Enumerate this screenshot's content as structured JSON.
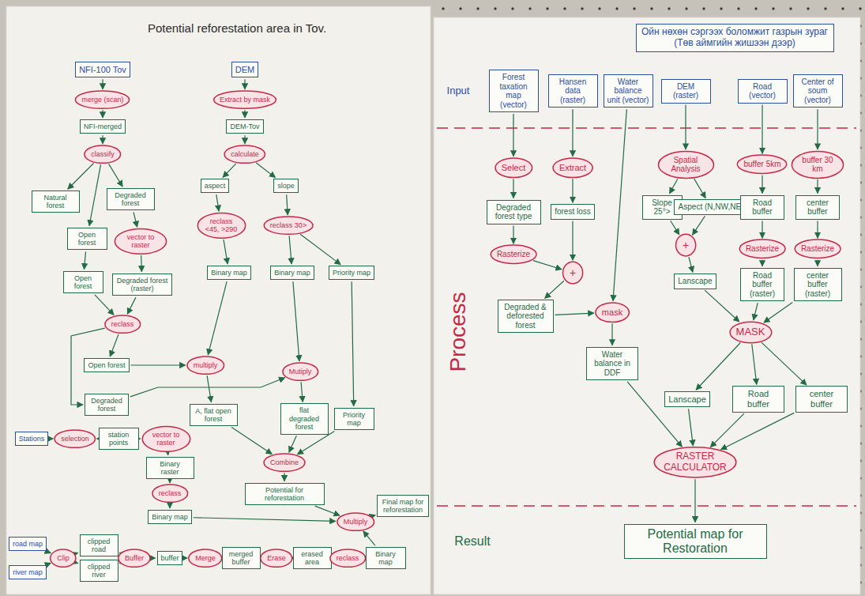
{
  "diagram": {
    "nodes": [
      {
        "text": [
          "NFI-100 Tov"
        ]
      },
      {
        "text": [
          "merge (scan)"
        ]
      },
      {
        "text": [
          "NFI-merged"
        ]
      },
      {
        "text": [
          "classify"
        ]
      },
      {
        "text": [
          "Natural forest"
        ]
      },
      {
        "text": [
          "Degraded forest"
        ]
      },
      {
        "text": [
          "Open forest"
        ]
      },
      {
        "text": [
          "vector to raster"
        ]
      },
      {
        "text": [
          "Open forest"
        ]
      },
      {
        "text": [
          "Degraded forest (raster)"
        ]
      },
      {
        "text": [
          "reclass"
        ]
      },
      {
        "text": [
          "Open forest"
        ]
      },
      {
        "text": [
          "Degraded forest"
        ]
      },
      {
        "text": [
          "DEM"
        ]
      },
      {
        "text": [
          "Extract by mask"
        ]
      },
      {
        "text": [
          "DEM-Tov"
        ]
      },
      {
        "text": [
          "calculate"
        ]
      },
      {
        "text": [
          "aspect"
        ]
      },
      {
        "text": [
          "slope"
        ]
      },
      {
        "text": [
          "reclass <45, >290"
        ]
      },
      {
        "text": [
          "reclass 30>"
        ]
      },
      {
        "text": [
          "Binary map"
        ]
      },
      {
        "text": [
          "Binary map"
        ]
      },
      {
        "text": [
          "Priority map"
        ]
      },
      {
        "text": [
          "multiply"
        ]
      },
      {
        "text": [
          "Mutiply"
        ]
      },
      {
        "text": [
          "A, flat open forest"
        ]
      },
      {
        "text": [
          "flat degraded forest"
        ]
      },
      {
        "text": [
          "Priority map"
        ]
      },
      {
        "text": [
          "Combine"
        ]
      },
      {
        "text": [
          "Potential for reforestation"
        ]
      },
      {
        "text": [
          "Multiply"
        ]
      },
      {
        "text": [
          "Final map for reforestation"
        ]
      },
      {
        "text": [
          "Stations"
        ]
      },
      {
        "text": [
          "selection"
        ]
      },
      {
        "text": [
          "station points"
        ]
      },
      {
        "text": [
          "vector to raster"
        ]
      },
      {
        "text": [
          "Binary raster"
        ]
      },
      {
        "text": [
          "reclass"
        ]
      },
      {
        "text": [
          "Binary map"
        ]
      },
      {
        "text": [
          "road map"
        ]
      },
      {
        "text": [
          "river map"
        ]
      },
      {
        "text": [
          "Clip"
        ]
      },
      {
        "text": [
          "clipped road"
        ]
      },
      {
        "text": [
          "clipped river"
        ]
      },
      {
        "text": [
          "Buffer"
        ]
      },
      {
        "text": [
          "buffer"
        ]
      },
      {
        "text": [
          "Merge"
        ]
      },
      {
        "text": [
          "merged buffer"
        ]
      },
      {
        "text": [
          "Erase"
        ]
      },
      {
        "text": [
          "erased area"
        ]
      },
      {
        "text": [
          "reclass"
        ]
      },
      {
        "text": [
          "Binary map"
        ]
      },
      {
        "text": [
          "Ойн нөхөн сэргээх боломжит газрын зураг (Төв аймгийн жишээн дээр)"
        ]
      },
      {
        "text": [
          "Forest taxation map (vector)"
        ]
      },
      {
        "text": [
          "Hansen data (raster)"
        ]
      },
      {
        "text": [
          "Water balance unit (vector)"
        ]
      },
      {
        "text": [
          "DEM (raster)"
        ]
      },
      {
        "text": [
          "Road (vector)"
        ]
      },
      {
        "text": [
          "Center of soum (vector)"
        ]
      },
      {
        "text": [
          "Select"
        ]
      },
      {
        "text": [
          "Extract"
        ]
      },
      {
        "text": [
          "Spatial Analysis"
        ]
      },
      {
        "text": [
          "buffer 5km"
        ]
      },
      {
        "text": [
          "buffer 30 km"
        ]
      },
      {
        "text": [
          "Degraded forest type"
        ]
      },
      {
        "text": [
          "forest loss"
        ]
      },
      {
        "text": [
          "Slope 25°>"
        ]
      },
      {
        "text": [
          "Aspect (N,NW,NE)"
        ]
      },
      {
        "text": [
          "Road buffer"
        ]
      },
      {
        "text": [
          "center buffer"
        ]
      },
      {
        "text": [
          "Rasterize"
        ]
      },
      {
        "text": [
          "+"
        ]
      },
      {
        "text": [
          "+"
        ]
      },
      {
        "text": [
          "Rasterize"
        ]
      },
      {
        "text": [
          "Rasterize"
        ]
      },
      {
        "text": [
          "Degraded & deforested forest"
        ]
      },
      {
        "text": [
          "mask"
        ]
      },
      {
        "text": [
          "Lanscape"
        ]
      },
      {
        "text": [
          "Road buffer (raster)"
        ]
      },
      {
        "text": [
          "center buffer (raster)"
        ]
      },
      {
        "text": [
          "Water balance in DDF"
        ]
      },
      {
        "text": [
          "MASK"
        ]
      },
      {
        "text": [
          "Lanscape"
        ]
      },
      {
        "text": [
          "Road buffer"
        ]
      },
      {
        "text": [
          "center buffer"
        ]
      },
      {
        "text": [
          "RASTER CALCULATOR"
        ]
      },
      {
        "text": [
          "Potential map for Restoration"
        ]
      }
    ],
    "edges": [
      {
        "from": 0,
        "to": 1,
        "arrow": "to"
      },
      {
        "from": 1,
        "to": 2,
        "arrow": "to"
      },
      {
        "from": 2,
        "to": 3,
        "arrow": "to"
      },
      {
        "from": 3,
        "to": 4,
        "arrow": "to"
      },
      {
        "from": 3,
        "to": 5,
        "arrow": "to"
      },
      {
        "from": 3,
        "to": 6,
        "arrow": "to"
      },
      {
        "from": 5,
        "to": 7,
        "arrow": "to"
      },
      {
        "from": 6,
        "to": 8,
        "arrow": "to"
      },
      {
        "from": 7,
        "to": 9,
        "arrow": "to"
      },
      {
        "from": 8,
        "to": 10,
        "arrow": "to"
      },
      {
        "from": 9,
        "to": 10,
        "arrow": "to"
      },
      {
        "from": 10,
        "to": 11,
        "arrow": "to"
      },
      {
        "from": 10,
        "to": 12,
        "arrow": "to"
      },
      {
        "from": 13,
        "to": 14,
        "arrow": "to"
      },
      {
        "from": 14,
        "to": 15,
        "arrow": "to"
      },
      {
        "from": 15,
        "to": 16,
        "arrow": "to"
      },
      {
        "from": 16,
        "to": 17,
        "arrow": "to"
      },
      {
        "from": 16,
        "to": 18,
        "arrow": "to"
      },
      {
        "from": 17,
        "to": 19,
        "arrow": "to"
      },
      {
        "from": 18,
        "to": 20,
        "arrow": "to"
      },
      {
        "from": 19,
        "to": 21,
        "arrow": "to"
      },
      {
        "from": 20,
        "to": 22,
        "arrow": "to"
      },
      {
        "from": 20,
        "to": 23,
        "arrow": "to"
      },
      {
        "from": 11,
        "to": 24,
        "arrow": "to"
      },
      {
        "from": 21,
        "to": 24,
        "arrow": "to"
      },
      {
        "from": 12,
        "to": 25,
        "arrow": "to"
      },
      {
        "from": 22,
        "to": 25,
        "arrow": "to"
      },
      {
        "from": 24,
        "to": 26,
        "arrow": "to"
      },
      {
        "from": 25,
        "to": 27,
        "arrow": "to"
      },
      {
        "from": 23,
        "to": 28,
        "arrow": "to"
      },
      {
        "from": 26,
        "to": 29,
        "arrow": "to"
      },
      {
        "from": 27,
        "to": 29,
        "arrow": "to"
      },
      {
        "from": 28,
        "to": 29,
        "arrow": "to"
      },
      {
        "from": 29,
        "to": 30,
        "arrow": "to"
      },
      {
        "from": 30,
        "to": 31,
        "arrow": "to"
      },
      {
        "from": 31,
        "to": 32,
        "arrow": "to"
      },
      {
        "from": 33,
        "to": 34,
        "arrow": "to"
      },
      {
        "from": 34,
        "to": 35,
        "arrow": "to"
      },
      {
        "from": 35,
        "to": 36,
        "arrow": "to"
      },
      {
        "from": 36,
        "to": 37,
        "arrow": "to"
      },
      {
        "from": 37,
        "to": 38,
        "arrow": "to"
      },
      {
        "from": 38,
        "to": 39,
        "arrow": "to"
      },
      {
        "from": 39,
        "to": 31,
        "arrow": "to"
      },
      {
        "from": 40,
        "to": 42,
        "arrow": "to"
      },
      {
        "from": 41,
        "to": 42,
        "arrow": "to"
      },
      {
        "from": 42,
        "to": 43,
        "arrow": "to"
      },
      {
        "from": 42,
        "to": 44,
        "arrow": "to"
      },
      {
        "from": 43,
        "to": 45,
        "arrow": "to"
      },
      {
        "from": 44,
        "to": 45,
        "arrow": "to"
      },
      {
        "from": 45,
        "to": 46,
        "arrow": "to"
      },
      {
        "from": 46,
        "to": 47,
        "arrow": "to"
      },
      {
        "from": 47,
        "to": 48,
        "arrow": "to"
      },
      {
        "from": 48,
        "to": 49,
        "arrow": "to"
      },
      {
        "from": 49,
        "to": 50,
        "arrow": "to"
      },
      {
        "from": 50,
        "to": 51,
        "arrow": "to"
      },
      {
        "from": 51,
        "to": 52,
        "arrow": "to"
      },
      {
        "from": 52,
        "to": 31,
        "arrow": "to"
      },
      {
        "from": 54,
        "to": 60,
        "arrow": "to"
      },
      {
        "from": 55,
        "to": 61,
        "arrow": "to"
      },
      {
        "from": 57,
        "to": 62,
        "arrow": "to"
      },
      {
        "from": 58,
        "to": 63,
        "arrow": "to"
      },
      {
        "from": 59,
        "to": 64,
        "arrow": "to"
      },
      {
        "from": 60,
        "to": 65,
        "arrow": "to"
      },
      {
        "from": 61,
        "to": 66,
        "arrow": "to"
      },
      {
        "from": 62,
        "to": 67,
        "arrow": "to"
      },
      {
        "from": 62,
        "to": 68,
        "arrow": "to"
      },
      {
        "from": 63,
        "to": 69,
        "arrow": "to"
      },
      {
        "from": 64,
        "to": 70,
        "arrow": "to"
      },
      {
        "from": 65,
        "to": 71,
        "arrow": "to"
      },
      {
        "from": 71,
        "to": 72,
        "arrow": "to"
      },
      {
        "from": 66,
        "to": 72,
        "arrow": "to"
      },
      {
        "from": 67,
        "to": 73,
        "arrow": "to"
      },
      {
        "from": 68,
        "to": 73,
        "arrow": "to"
      },
      {
        "from": 73,
        "to": 78,
        "arrow": "to"
      },
      {
        "from": 69,
        "to": 74,
        "arrow": "to"
      },
      {
        "from": 74,
        "to": 79,
        "arrow": "to"
      },
      {
        "from": 70,
        "to": 75,
        "arrow": "to"
      },
      {
        "from": 75,
        "to": 80,
        "arrow": "to"
      },
      {
        "from": 72,
        "to": 76,
        "arrow": "to"
      },
      {
        "from": 76,
        "to": 77,
        "arrow": "to"
      },
      {
        "from": 56,
        "to": 77,
        "arrow": "to"
      },
      {
        "from": 77,
        "to": 81,
        "arrow": "to"
      },
      {
        "from": 78,
        "to": 82,
        "arrow": "to"
      },
      {
        "from": 79,
        "to": 82,
        "arrow": "to"
      },
      {
        "from": 80,
        "to": 82,
        "arrow": "to"
      },
      {
        "from": 82,
        "to": 83,
        "arrow": "to"
      },
      {
        "from": 82,
        "to": 84,
        "arrow": "to"
      },
      {
        "from": 82,
        "to": 85,
        "arrow": "to"
      },
      {
        "from": 81,
        "to": 86,
        "arrow": "to"
      },
      {
        "from": 83,
        "to": 86,
        "arrow": "to"
      },
      {
        "from": 84,
        "to": 86,
        "arrow": "to"
      },
      {
        "from": 85,
        "to": 86,
        "arrow": "to"
      },
      {
        "from": 86,
        "to": 87,
        "arrow": "to"
      }
    ],
    "labels": [
      "Potential reforestation area in Tov.",
      "Input",
      "Process",
      "Result"
    ]
  }
}
